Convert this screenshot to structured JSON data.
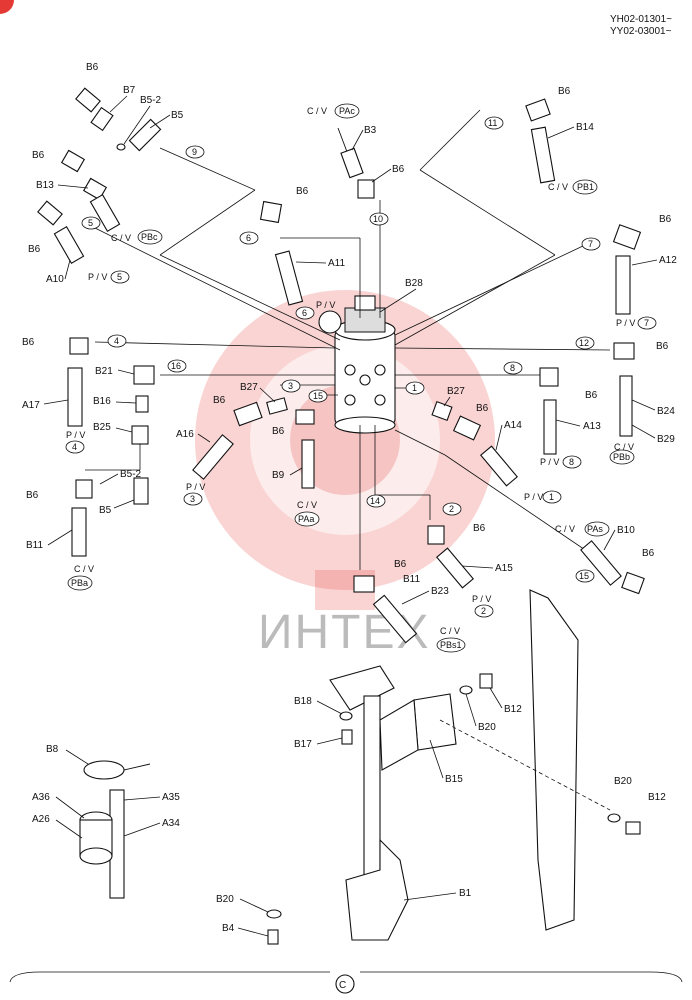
{
  "header": {
    "serial_1": "YH02-01301~",
    "serial_2": "YY02-03001~"
  },
  "footer": {
    "section_mark": "C"
  },
  "watermark": {
    "text": "ИНТЕХ",
    "color": "#e53935"
  },
  "labels": {
    "b6_a": "B6",
    "b7": "B7",
    "b5_2a": "B5-2",
    "b5a": "B5",
    "b6_b": "B6",
    "b13": "B13",
    "cv_pbc": "C / V",
    "pbc": "PBc",
    "b6_c": "B6",
    "a10": "A10",
    "pv_5": "P / V",
    "n5a": "5",
    "n5b": "5",
    "n9": "9",
    "cv_pac": "C / V",
    "pac": "PAc",
    "b3": "B3",
    "b6_d": "B6",
    "n10": "10",
    "b6_e": "B6",
    "n6a": "6",
    "a11": "A11",
    "pv_6": "P / V",
    "n6b": "6",
    "b28": "B28",
    "n11": "11",
    "b6_f": "B6",
    "b14": "B14",
    "cv_pb1": "C / V",
    "pb1": "PB1",
    "n7a": "7",
    "b6_g": "B6",
    "a12": "A12",
    "pv_7": "P / V",
    "n7b": "7",
    "b6_h": "B6",
    "n4a": "4",
    "n12": "12",
    "b6_i": "B6",
    "b21": "B21",
    "n16": "16",
    "n8a": "8",
    "b6_j": "B6",
    "b24": "B24",
    "a17": "A17",
    "b16": "B16",
    "pv_4": "P / V",
    "n4b": "4",
    "b25": "B25",
    "b27a": "B27",
    "n3a": "3",
    "b6_k": "B6",
    "b6_l": "B6",
    "n15a": "15",
    "n1a": "1",
    "b27b": "B27",
    "b6_m": "B6",
    "a13": "A13",
    "pv_8": "P / V",
    "n8b": "8",
    "b29": "B29",
    "cv_pbb": "C / V",
    "pbb": "PBb",
    "a16": "A16",
    "pv_3": "P / V",
    "n3b": "3",
    "b9": "B9",
    "cv_paa": "C / V",
    "paa": "PAa",
    "a14": "A14",
    "pv_1": "P / V",
    "n1b": "1",
    "b5_2b": "B5-2",
    "b6_n": "B6",
    "b5b": "B5",
    "b11a": "B11",
    "cv_pba": "C / V",
    "pba": "PBa",
    "n14": "14",
    "n2a": "2",
    "b6_o": "B6",
    "a15": "A15",
    "pv_2": "P / V",
    "n2b": "2",
    "cv_pas": "C / V",
    "pas": "PAs",
    "b10": "B10",
    "b6_p": "B6",
    "n15b": "15",
    "b6_q": "B6",
    "b11b": "B11",
    "b23": "B23",
    "cv_pbs1": "C / V",
    "pbs1": "PBs1",
    "b18": "B18",
    "b17": "B17",
    "b20a": "B20",
    "b12a": "B12",
    "b15": "B15",
    "b20b": "B20",
    "b12b": "B12",
    "b1": "B1",
    "b20c": "B20",
    "b4": "B4",
    "b8": "B8",
    "a36": "A36",
    "a35": "A35",
    "a26": "A26",
    "a34": "A34"
  }
}
